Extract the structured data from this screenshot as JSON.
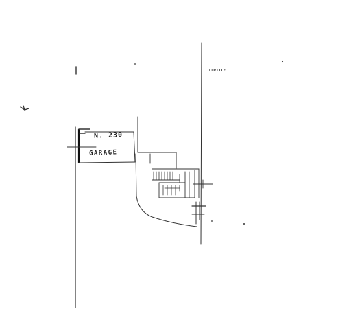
{
  "garage": {
    "number": "N. 230",
    "name": "GARAGE"
  },
  "courtyard": {
    "label": "CORTILE"
  },
  "ink_color": "#333333",
  "icons": [
    "north-arrow-icon"
  ]
}
